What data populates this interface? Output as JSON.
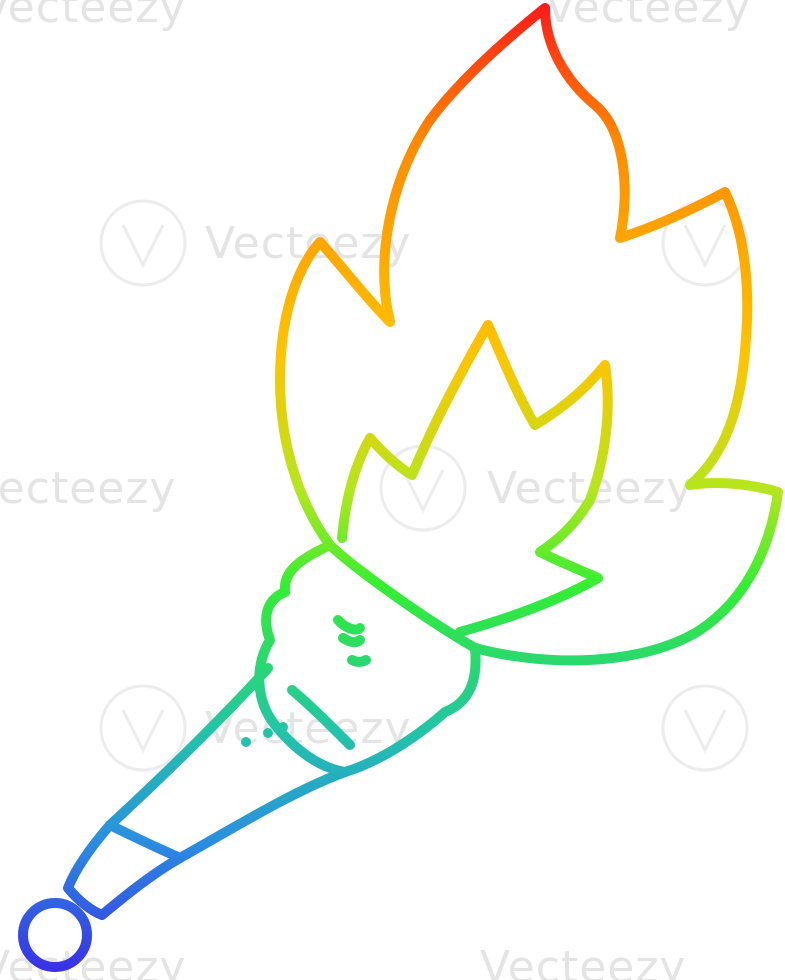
{
  "illustration": {
    "subject": "cartoon flaming torch",
    "style": "rainbow gradient line drawing",
    "gradient_colors": [
      "#ff1a1a",
      "#ff8a00",
      "#ffc400",
      "#b5e61d",
      "#33ee33",
      "#22c4a8",
      "#2a8fe0",
      "#3a2ee6"
    ]
  },
  "watermark": {
    "text": "Vecteezy",
    "icon": "vecteezy-v-logo-icon"
  }
}
